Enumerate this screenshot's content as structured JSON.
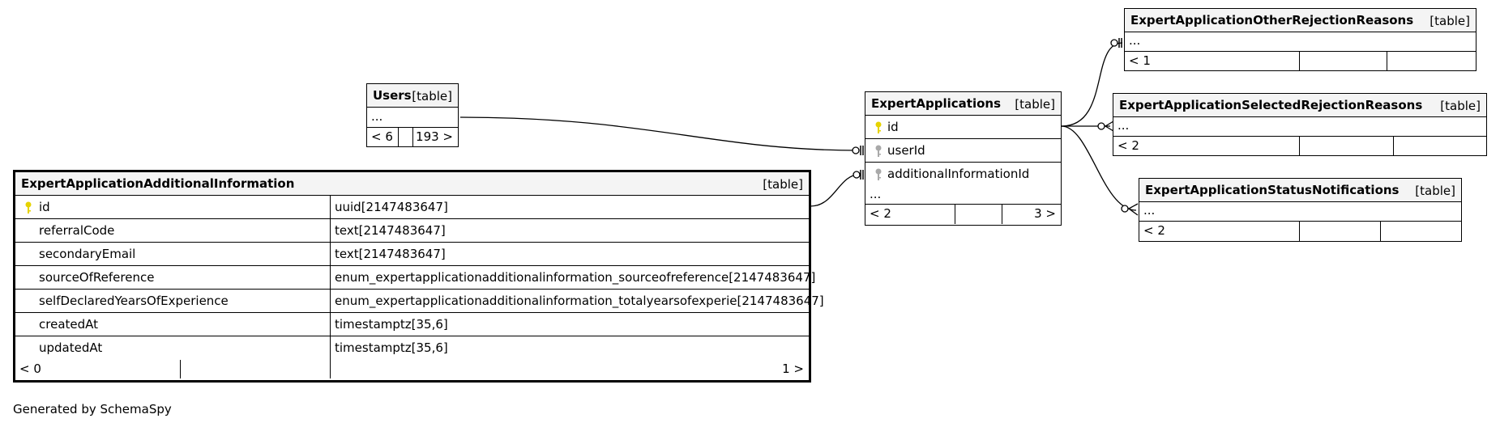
{
  "footer": "Generated by SchemaSpy",
  "tag": "[table]",
  "users": {
    "name": "Users",
    "ellipsis": "...",
    "children": "< 6",
    "parents": "193 >"
  },
  "additional_info": {
    "name": "ExpertApplicationAdditionalInformation",
    "columns": [
      {
        "name": "id",
        "type": "uuid[2147483647]"
      },
      {
        "name": "referralCode",
        "type": "text[2147483647]"
      },
      {
        "name": "secondaryEmail",
        "type": "text[2147483647]"
      },
      {
        "name": "sourceOfReference",
        "type": "enum_expertapplicationadditionalinformation_sourceofreference[2147483647]"
      },
      {
        "name": "selfDeclaredYearsOfExperience",
        "type": "enum_expertapplicationadditionalinformation_totalyearsofexperie[2147483647]"
      },
      {
        "name": "createdAt",
        "type": "timestamptz[35,6]"
      },
      {
        "name": "updatedAt",
        "type": "timestamptz[35,6]"
      }
    ],
    "children": "< 0",
    "parents": "1 >"
  },
  "applications": {
    "name": "ExpertApplications",
    "columns": [
      "id",
      "userId",
      "additionalInformationId"
    ],
    "ellipsis": "...",
    "children": "< 2",
    "parents": "3 >"
  },
  "other_rejection": {
    "name": "ExpertApplicationOtherRejectionReasons",
    "ellipsis": "...",
    "children": "< 1"
  },
  "selected_rejection": {
    "name": "ExpertApplicationSelectedRejectionReasons",
    "ellipsis": "...",
    "children": "< 2"
  },
  "status_notifications": {
    "name": "ExpertApplicationStatusNotifications",
    "ellipsis": "...",
    "children": "< 2"
  },
  "colors": {
    "primary_key": "#e6d300",
    "foreign_key": "#a9a9a9",
    "header_bg": "#f4f4f4"
  }
}
